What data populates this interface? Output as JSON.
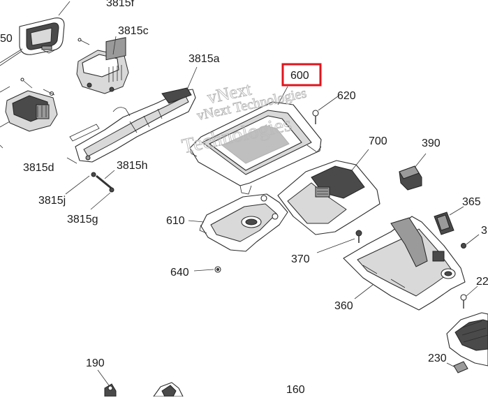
{
  "diagram": {
    "labels": {
      "p3815f": "3815f",
      "p50": "50",
      "p3815c": "3815c",
      "p3815a": "3815a",
      "p600": "600",
      "p620": "620",
      "p700": "700",
      "p390": "390",
      "p3815d": "3815d",
      "p3815h": "3815h",
      "p3815j": "3815j",
      "p3815g": "3815g",
      "p610": "610",
      "p365": "365",
      "p3": "3",
      "p640": "640",
      "p370": "370",
      "p22": "22",
      "p360": "360",
      "p230": "230",
      "p190": "190",
      "p160": "160"
    },
    "highlighted_label": "600",
    "highlight_color": "#e0141c",
    "watermark": {
      "line1": "vNext",
      "line2": "vNext Technologies",
      "line3": "Technologies"
    }
  }
}
